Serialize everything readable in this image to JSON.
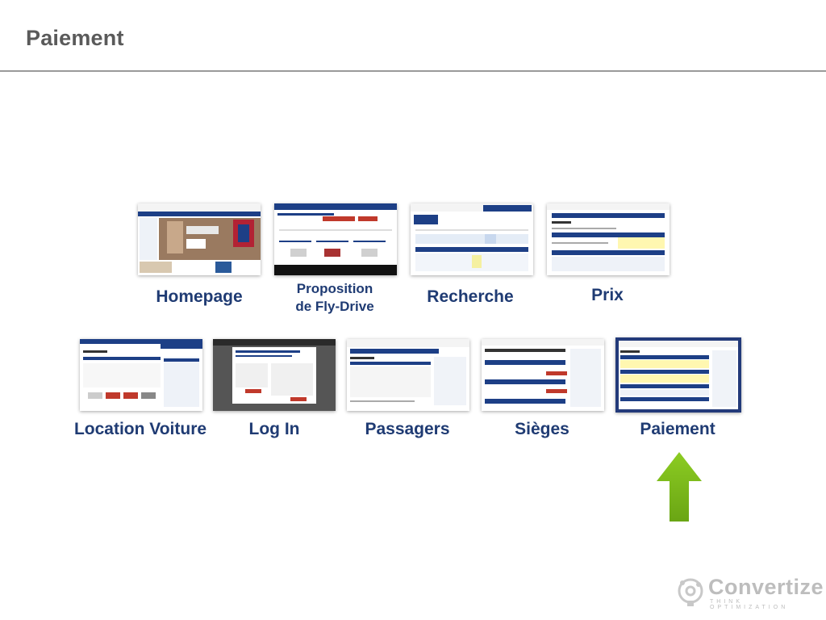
{
  "slide": {
    "title": "Paiement"
  },
  "steps": [
    {
      "id": "homepage",
      "label": "Homepage"
    },
    {
      "id": "proposition",
      "label_line1": "Proposition",
      "label_line2": "de Fly-Drive"
    },
    {
      "id": "recherche",
      "label": "Recherche"
    },
    {
      "id": "prix",
      "label": "Prix"
    },
    {
      "id": "location-voiture",
      "label": "Location Voiture"
    },
    {
      "id": "log-in",
      "label": "Log In"
    },
    {
      "id": "passagers",
      "label": "Passagers"
    },
    {
      "id": "sieges",
      "label": "Sièges"
    },
    {
      "id": "paiement",
      "label": "Paiement",
      "current": true
    }
  ],
  "logo": {
    "name": "Convertize",
    "tagline": "THINK OPTIMIZATION"
  },
  "colors": {
    "label": "#1f3b73",
    "arrow": "#7cb518",
    "current_border": "#233a7a",
    "title": "#5a5a5a"
  }
}
